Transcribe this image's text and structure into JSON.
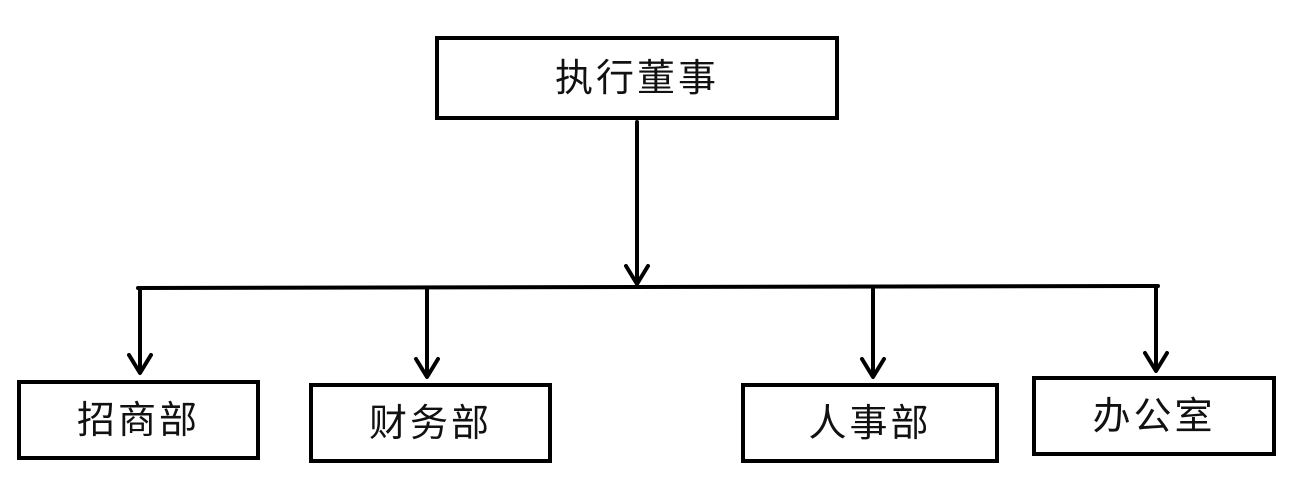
{
  "diagram": {
    "colors": {
      "stroke": "#000000",
      "box_fill": "#ffffff",
      "text": "#111111"
    },
    "root": {
      "label": "执行董事"
    },
    "departments": [
      {
        "label": "招商部"
      },
      {
        "label": "财务部"
      },
      {
        "label": "人事部"
      },
      {
        "label": "办公室"
      }
    ]
  }
}
